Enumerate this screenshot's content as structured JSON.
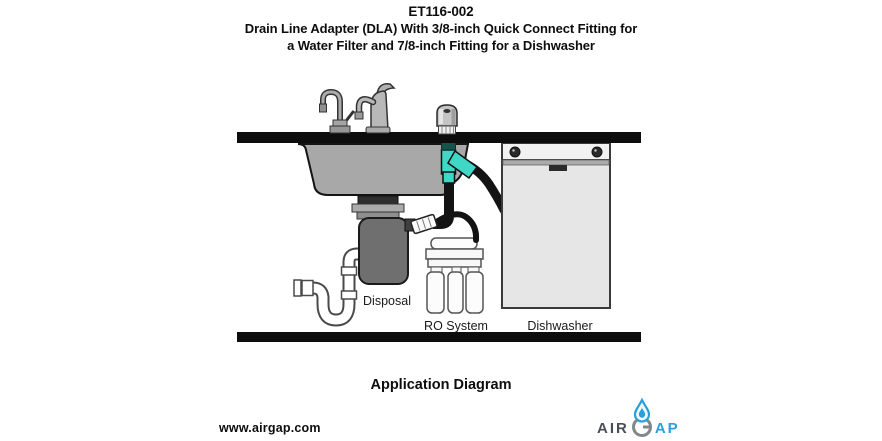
{
  "header": {
    "model_number": "ET116-002",
    "title_line_1": "Drain Line Adapter (DLA) With 3/8-inch Quick Connect Fitting for",
    "title_line_2": "a Water Filter and 7/8-inch Fitting for a Dishwasher"
  },
  "diagram": {
    "caption": "Application Diagram",
    "labels": {
      "disposal": "Disposal",
      "ro_system": "RO System",
      "dishwasher": "Dishwasher"
    },
    "colors": {
      "dla_fitting_teal": "#3FD8C7",
      "dla_fitting_dark_teal": "#14524A",
      "countertop_black": "#0D0D0D",
      "sink_gray": "#A8A8A8",
      "disposal_gray": "#6F6F6F",
      "dishwasher_gray": "#E6E6E6",
      "drain_tube_black": "#131313",
      "pipe_outline_gray": "#4A4A4A"
    }
  },
  "footer": {
    "website": "www.airgap.com",
    "logo": {
      "brand": "AIRGAP",
      "air": "AIR",
      "gap_suffix": "AP",
      "air_color": "#4A4F55",
      "gap_color": "#2AA0DB"
    }
  }
}
